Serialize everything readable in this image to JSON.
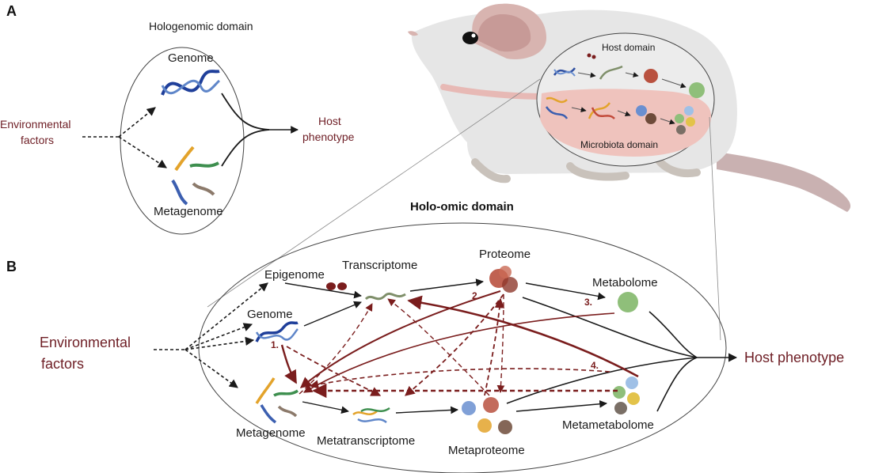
{
  "panels": {
    "a": "A",
    "b": "B"
  },
  "panel_a": {
    "title": "Hologenomic domain",
    "genome": "Genome",
    "metagenome": "Metagenome",
    "env_line1": "Environmental",
    "env_line2": "factors",
    "host_line1": "Host",
    "host_line2": "phenotype"
  },
  "mouse": {
    "host_domain": "Host domain",
    "microbiota_domain": "Microbiota domain"
  },
  "panel_b": {
    "title": "Holo-omic domain",
    "env_line1": "Environmental",
    "env_line2": "factors",
    "host_phenotype": "Host phenotype",
    "nodes": {
      "epigenome": "Epigenome",
      "transcriptome": "Transcriptome",
      "proteome": "Proteome",
      "metabolome": "Metabolome",
      "genome": "Genome",
      "metagenome": "Metagenome",
      "metatranscriptome": "Metatranscriptome",
      "metaproteome": "Metaproteome",
      "metametabolome": "Metametabolome"
    },
    "markers": {
      "m1": "1.",
      "m2": "2.",
      "m3": "3.",
      "m4": "4."
    }
  },
  "colors": {
    "dark_red": "#7a1d1d",
    "label_red": "#6e1e25",
    "dna_blue": "#2f4fa0",
    "metabolite_green": "#8fbf7a",
    "mouse_fill": "#e6e6e6",
    "gut_pink": "#efc3bd"
  }
}
